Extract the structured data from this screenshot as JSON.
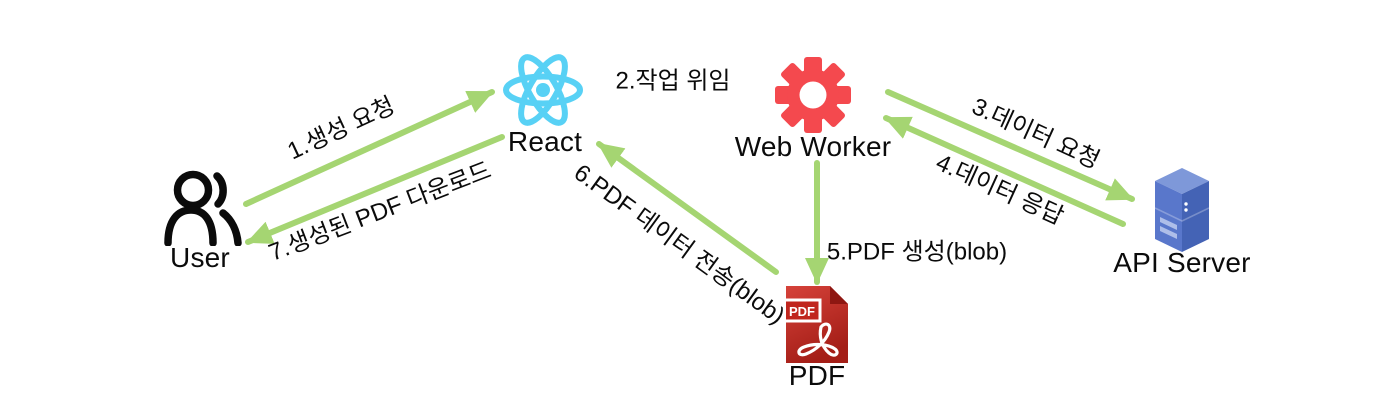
{
  "diagram": {
    "nodes": {
      "user": {
        "label": "User"
      },
      "react": {
        "label": "React"
      },
      "web_worker": {
        "label": "Web Worker"
      },
      "api_server": {
        "label": "API Server"
      },
      "pdf": {
        "label": "PDF",
        "badge": "PDF"
      }
    },
    "edges": [
      {
        "id": 1,
        "label": "1.생성 요청",
        "from": "User",
        "to": "React"
      },
      {
        "id": 2,
        "label": "2.작업 위임",
        "from": "React",
        "to": "Web Worker"
      },
      {
        "id": 3,
        "label": "3.데이터 요청",
        "from": "Web Worker",
        "to": "API Server"
      },
      {
        "id": 4,
        "label": "4.데이터 응답",
        "from": "API Server",
        "to": "Web Worker"
      },
      {
        "id": 5,
        "label": "5.PDF 생성(blob)",
        "from": "Web Worker",
        "to": "PDF"
      },
      {
        "id": 6,
        "label": "6.PDF 데이터 전송(blob)",
        "from": "PDF",
        "to": "React"
      },
      {
        "id": 7,
        "label": "7.생성된 PDF 다운로드",
        "from": "React",
        "to": "User"
      }
    ],
    "colors": {
      "arrow": "#A5D572",
      "react_logo": "#58D1F5",
      "web_worker_gear": "#F4494E",
      "api_server_top": "#7E98D9",
      "api_server_left": "#5977CB",
      "api_server_right": "#4463B5",
      "pdf_red": "#C0261E",
      "text": "#0B0B0B"
    }
  }
}
